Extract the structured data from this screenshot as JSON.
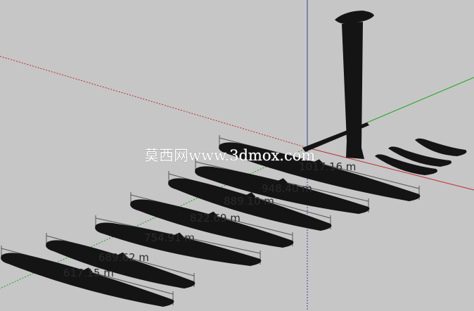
{
  "app": {
    "viewport_label": "3D model viewport"
  },
  "watermark": {
    "text": "莫西网www.3dmox.com"
  },
  "colors": {
    "background": "#c6c6c6",
    "axis_red": "#c0292b",
    "axis_green": "#1aa51a",
    "axis_blue": "#2d3fd6",
    "model": "#141414",
    "dimension_line": "#555555"
  },
  "dimensions": [
    {
      "label": "1017.16 m"
    },
    {
      "label": "948.40 m"
    },
    {
      "label": "889.10 m"
    },
    {
      "label": "822.69 m"
    },
    {
      "label": "754.91 m"
    },
    {
      "label": "689.62 m"
    },
    {
      "label": "617.15 m"
    }
  ]
}
